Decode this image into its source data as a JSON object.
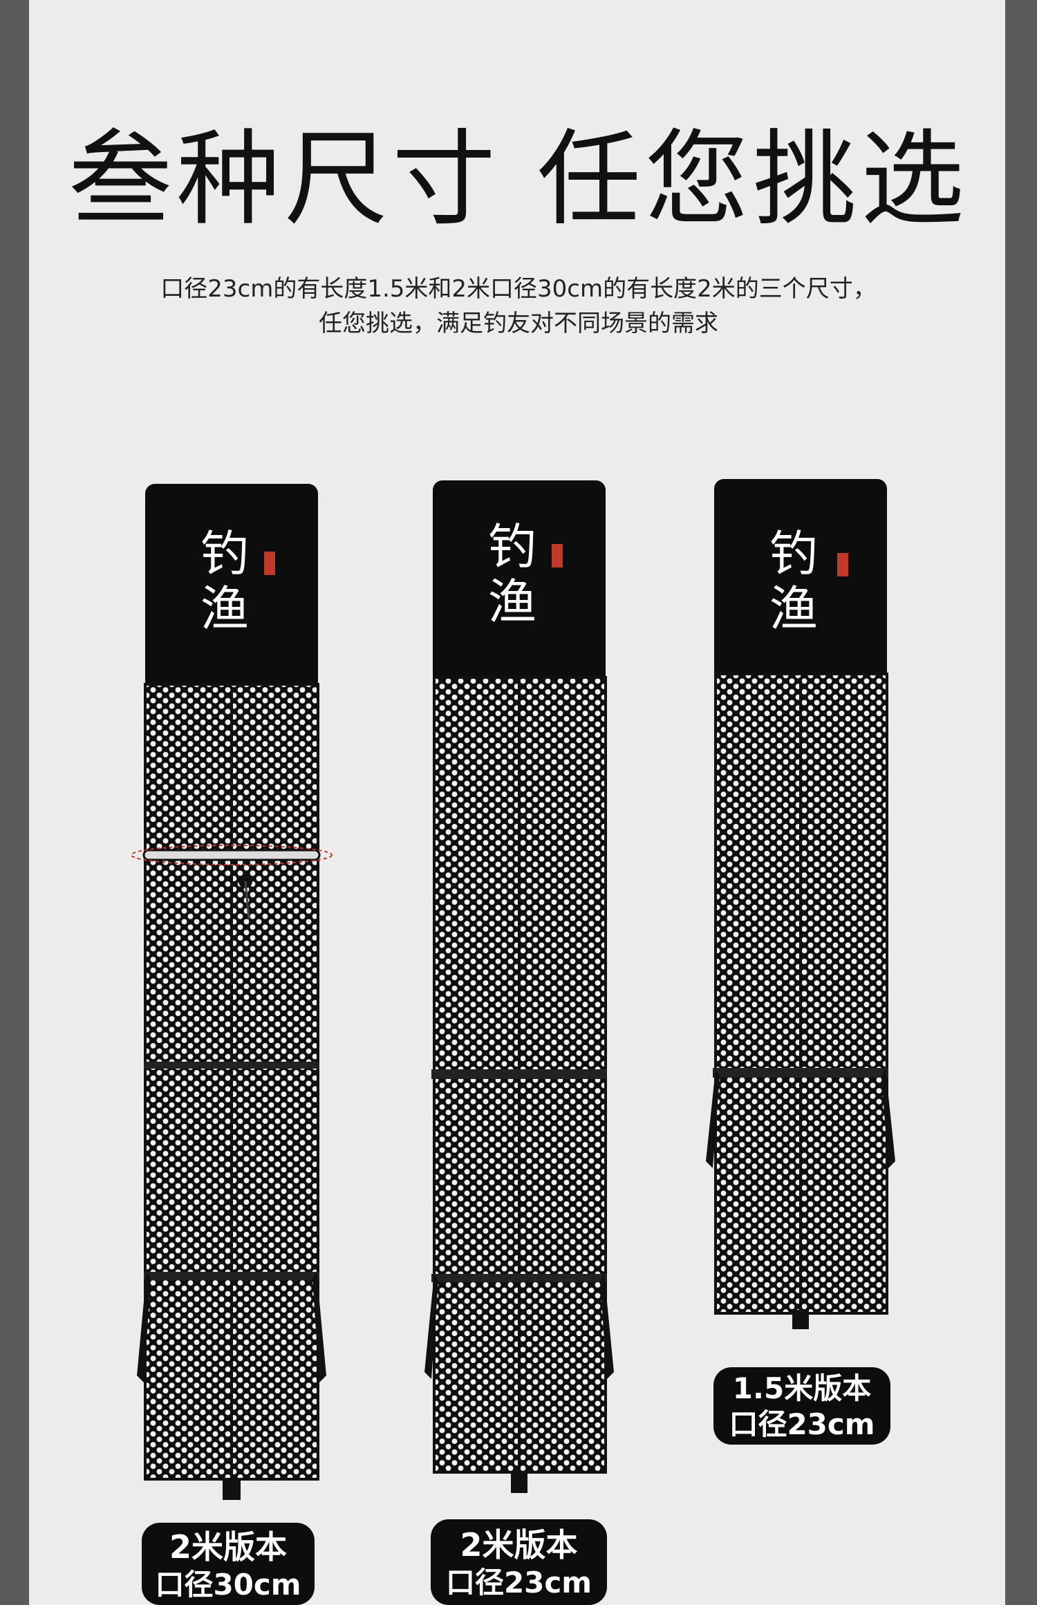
{
  "headline": "叁种尺寸 任您挑选",
  "description": {
    "line1": "口径23cm的有长度1.5米和2米口径30cm的有长度2米的三个尺寸，",
    "line2": "任您挑选，满足钓友对不同场景的需求"
  },
  "products": [
    {
      "brand": "钓渔",
      "version": "2米版本",
      "diameter": "口径30cm"
    },
    {
      "brand": "钓渔",
      "version": "2米版本",
      "diameter": "口径23cm"
    },
    {
      "brand": "钓渔",
      "version": "1.5米版本",
      "diameter": "口径23cm"
    }
  ],
  "colors": {
    "background": "#ececec",
    "frame": "#5b5b5b",
    "net": "#0d0d0d",
    "label": "#0d0d0d",
    "seal": "#c0392b"
  }
}
